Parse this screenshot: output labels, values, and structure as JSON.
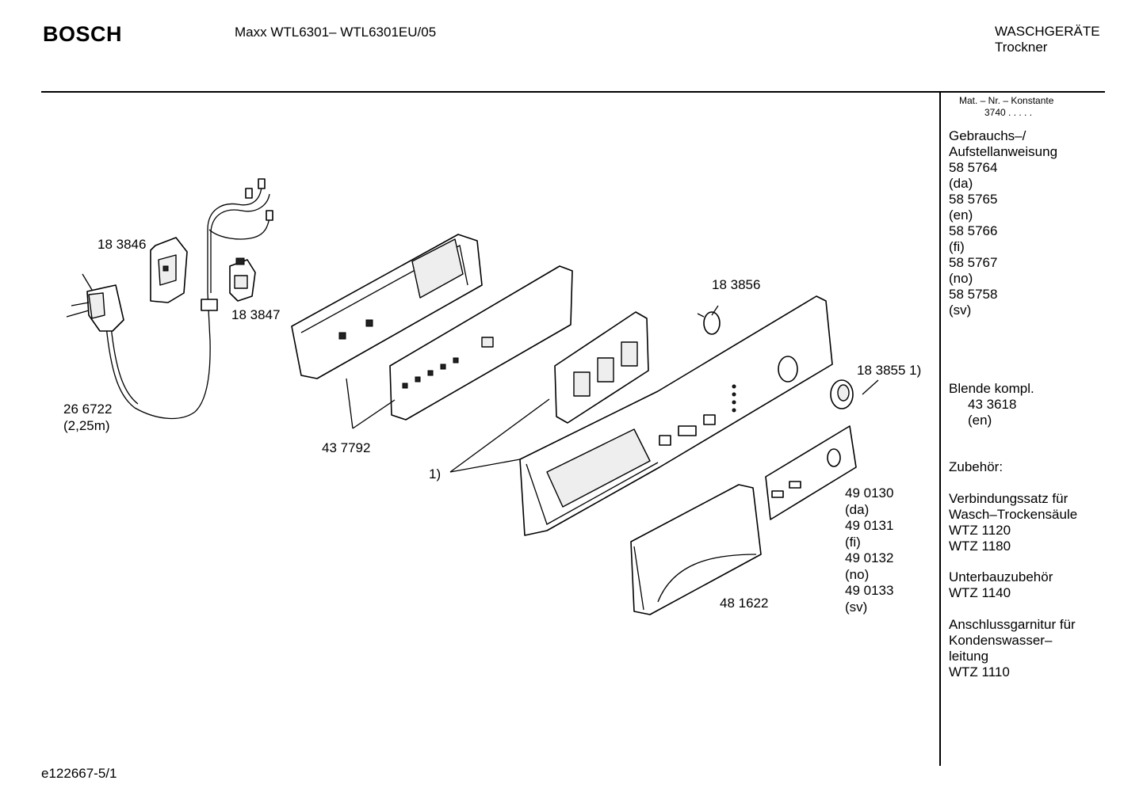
{
  "header": {
    "brand": "BOSCH",
    "model": "Maxx WTL6301–  WTL6301EU/05",
    "category_line1": "WASCHGERÄTE",
    "category_line2": "Trockner"
  },
  "sidebar": {
    "mat_label": "Mat. – Nr. – Konstante",
    "mat_value": "3740  .  .  .  .  .",
    "manual_title_1": "Gebrauchs–/",
    "manual_title_2": "Aufstellanweisung",
    "manuals": [
      {
        "number": "58 5764",
        "lang": "(da)"
      },
      {
        "number": "58 5765",
        "lang": "(en)"
      },
      {
        "number": "58 5766",
        "lang": "(fi)"
      },
      {
        "number": "58 5767",
        "lang": "(no)"
      },
      {
        "number": "58 5758",
        "lang": "(sv)"
      }
    ],
    "blende_title": "Blende kompl.",
    "blende_number": "43 3618",
    "blende_lang": "(en)",
    "accessories_title": "Zubehör:",
    "acc1_line1": "Verbindungssatz für",
    "acc1_line2": "Wasch–Trockensäule",
    "acc1_item1": "WTZ 1120",
    "acc1_item2": "WTZ 1180",
    "acc2_line1": "Unterbauzubehör",
    "acc2_item1": "WTZ 1140",
    "acc3_line1": "Anschlussgarnitur für",
    "acc3_line2": "Kondenswasser–",
    "acc3_line3": "leitung",
    "acc3_item1": "WTZ 1110"
  },
  "parts": {
    "p183846": "18 3846",
    "p183847": "18 3847",
    "p266722": "26 6722",
    "p266722_len": "(2,25m)",
    "p437792": "43 7792",
    "p1": "1)",
    "p183856": "18 3856",
    "p183855": "18 3855 1)",
    "p481622": "48 1622",
    "p490130": "49 0130",
    "p490130_lang": "(da)",
    "p490131": "49 0131",
    "p490131_lang": "(fi)",
    "p490132": "49 0132",
    "p490132_lang": "(no)",
    "p490133": "49 0133",
    "p490133_lang": "(sv)"
  },
  "footer": {
    "drawing_id": "e122667-5/1"
  }
}
